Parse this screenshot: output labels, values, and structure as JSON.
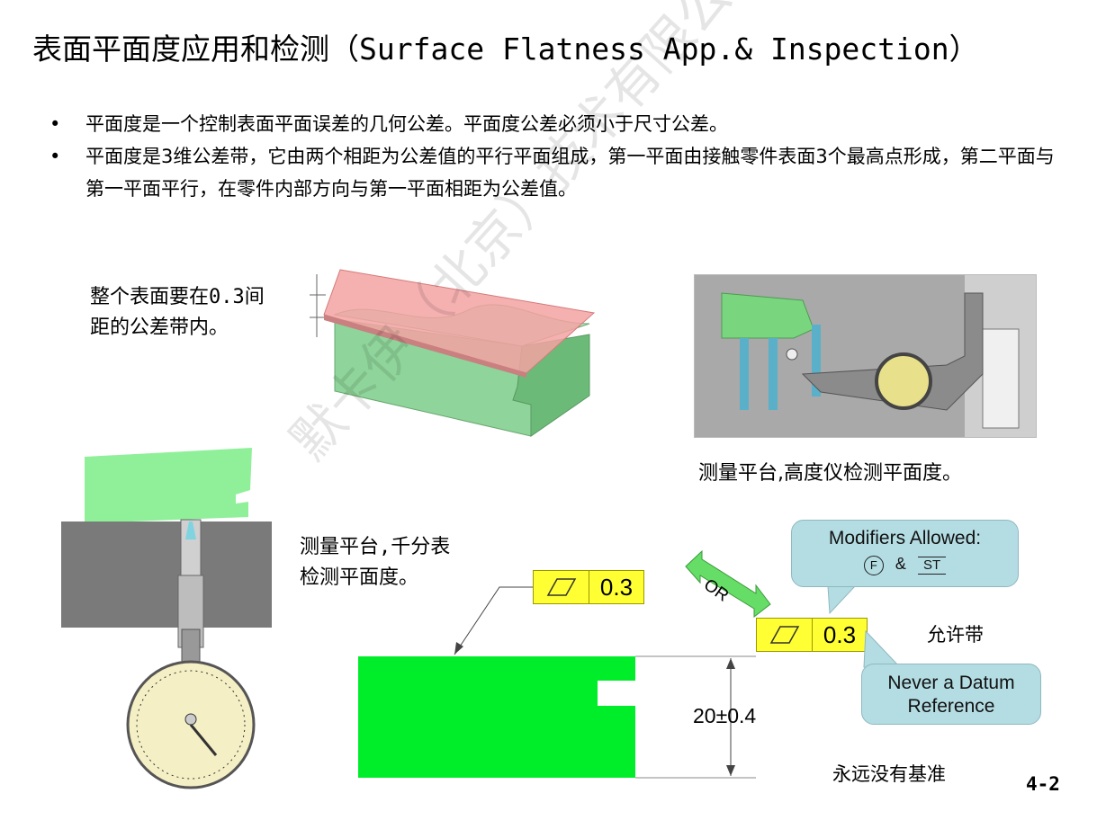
{
  "title": "表面平面度应用和检测（Surface Flatness App.& Inspection）",
  "bullets": [
    "平面度是一个控制表面平面误差的几何公差。平面度公差必须小于尺寸公差。",
    "平面度是3维公差带，它由两个相距为公差值的平行平面组成，第一平面由接触零件表面3个最高点形成，第二平面与第一平面平行，在零件内部方向与第一平面相距为公差值。"
  ],
  "bullet_marker": "•",
  "note_zone": "整个表面要在0.3间距的公差带内。",
  "caption_height_gauge": "测量平台,高度仪检测平面度。",
  "note_indicator": "测量平台,千分表检测平面度。",
  "fcf_top": {
    "value": "0.3"
  },
  "fcf_bottom": {
    "value": "0.3"
  },
  "or_label": "OR",
  "callout_modifiers": {
    "title": "Modifiers Allowed:",
    "f_symbol": "F",
    "amp": "&",
    "st_symbol": "ST"
  },
  "callout_datum": {
    "line1": "Never a Datum",
    "line2": "Reference"
  },
  "label_allow": "允许带",
  "label_never_datum": "永远没有基准",
  "dimension": "20±0.4",
  "page_number": "4-2",
  "watermark": "默卡伊（北京）技术有限公司",
  "colors": {
    "part_green": "#00ee2a",
    "fcf_yellow": "#ffff33",
    "callout_blue": "#b4dde3",
    "arrow_green": "#66dd66",
    "zone_pink": "#f4a0a0"
  }
}
